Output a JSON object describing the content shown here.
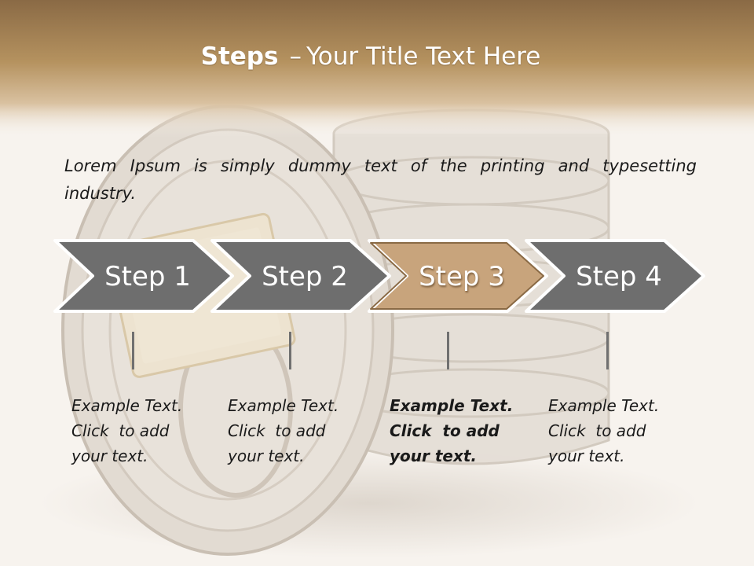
{
  "slide": {
    "title_bold": "Steps",
    "title_separator": "–",
    "title_rest": "Your Title Text Here",
    "intro_text": "Lorem Ipsum is simply dummy text of the printing and typesetting industry.",
    "background_image": "film-canisters-photo",
    "colors": {
      "header_band": "#b08a5c",
      "step_default": "#6e6e6e",
      "step_active": "#c8a47c",
      "text": "#1a1a1a"
    }
  },
  "steps": [
    {
      "label": "Step 1",
      "active": false,
      "desc": [
        "Example Text.",
        "Click  to add",
        "your text."
      ]
    },
    {
      "label": "Step 2",
      "active": false,
      "desc": [
        "Example Text.",
        "Click  to add",
        "your text."
      ]
    },
    {
      "label": "Step 3",
      "active": true,
      "desc": [
        "Example Text.",
        "Click  to add",
        "your text."
      ]
    },
    {
      "label": "Step 4",
      "active": false,
      "desc": [
        "Example Text.",
        "Click  to add",
        "your text."
      ]
    }
  ]
}
